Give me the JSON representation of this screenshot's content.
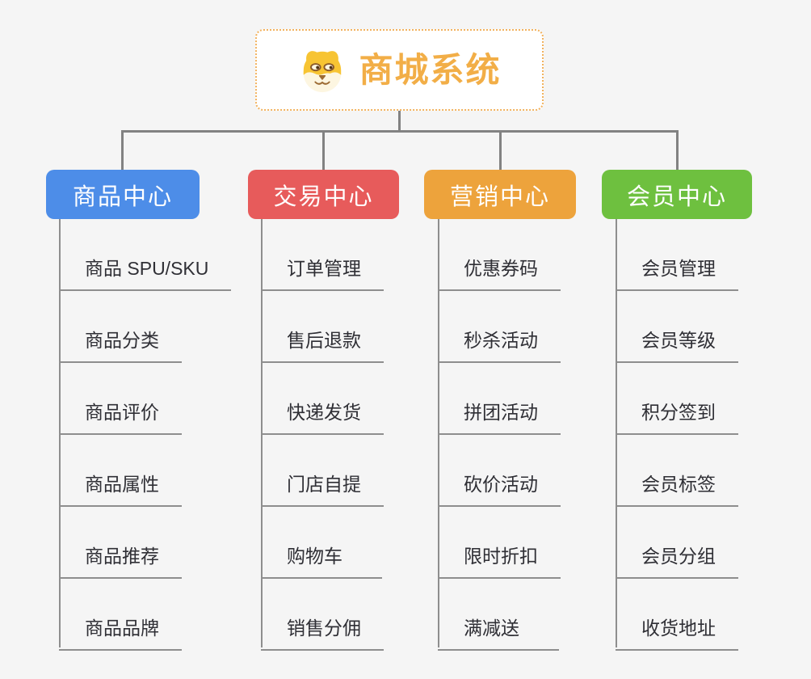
{
  "root": {
    "title": "商城系统",
    "icon": "dog-face-icon"
  },
  "branches": [
    {
      "label": "商品中心",
      "color": "#4d8de8",
      "items": [
        "商品 SPU/SKU",
        "商品分类",
        "商品评价",
        "商品属性",
        "商品推荐",
        "商品品牌"
      ]
    },
    {
      "label": "交易中心",
      "color": "#e75b5b",
      "items": [
        "订单管理",
        "售后退款",
        "快递发货",
        "门店自提",
        "购物车",
        "销售分佣"
      ]
    },
    {
      "label": "营销中心",
      "color": "#eda33c",
      "items": [
        "优惠券码",
        "秒杀活动",
        "拼团活动",
        "砍价活动",
        "限时折扣",
        "满减送"
      ]
    },
    {
      "label": "会员中心",
      "color": "#6ec03f",
      "items": [
        "会员管理",
        "会员等级",
        "积分签到",
        "会员标签",
        "会员分组",
        "收货地址"
      ]
    }
  ],
  "colors": {
    "background": "#f5f5f5",
    "connector_line": "#828282",
    "branch_line": "#8e8e8e",
    "root_title": "#f2ae47",
    "root_border": "#f2b25e",
    "item_text": "#2f2f35"
  }
}
